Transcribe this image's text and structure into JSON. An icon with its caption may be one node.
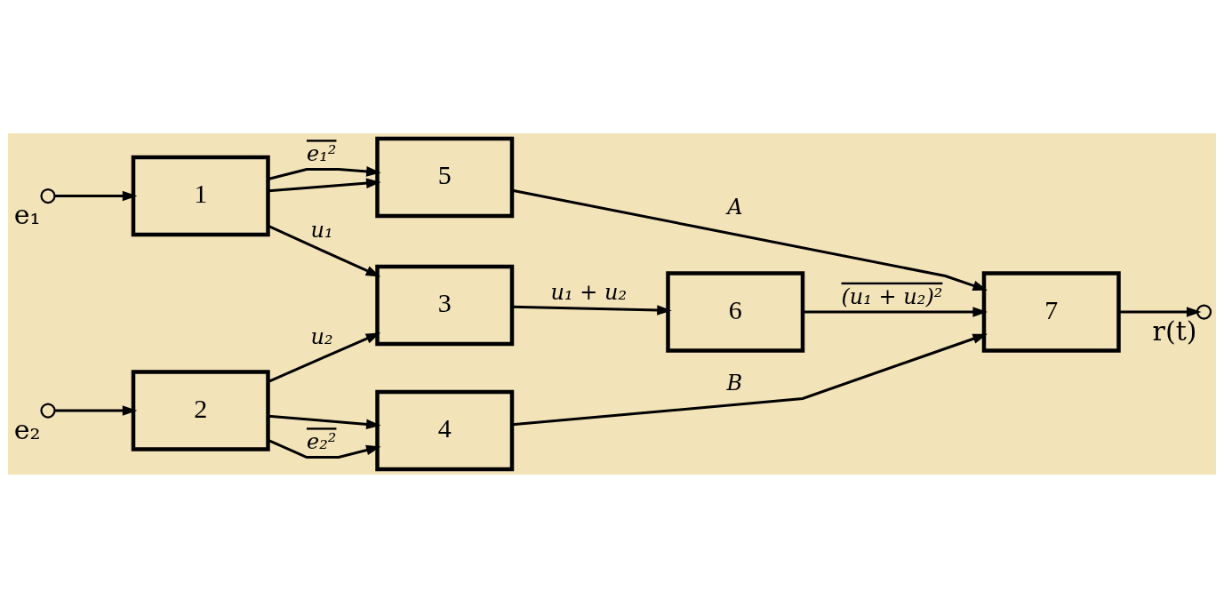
{
  "diagram": {
    "nodes": [
      {
        "text": [
          "5"
        ]
      },
      {
        "text": [
          "e₁"
        ]
      },
      {
        "text": [
          "1"
        ]
      },
      {
        "text": [
          "3"
        ]
      },
      {
        "text": [
          "6"
        ]
      },
      {
        "text": [
          "7"
        ]
      },
      {
        "text": [
          "r(t)"
        ]
      },
      {
        "text": [
          "e₂"
        ]
      },
      {
        "text": [
          "2"
        ]
      },
      {
        "text": [
          "4"
        ]
      }
    ],
    "edges": [
      {
        "from": 1,
        "to": 2,
        "arrow": "to"
      },
      {
        "from": 2,
        "to": 0,
        "arrow": "to",
        "label": "e₁²"
      },
      {
        "from": 2,
        "to": 0,
        "arrow": "to"
      },
      {
        "from": 2,
        "to": 3,
        "arrow": "to",
        "label": "u₁"
      },
      {
        "from": 7,
        "to": 8,
        "arrow": "to"
      },
      {
        "from": 8,
        "to": 3,
        "arrow": "to",
        "label": "u₂"
      },
      {
        "from": 8,
        "to": 9,
        "arrow": "to"
      },
      {
        "from": 8,
        "to": 9,
        "arrow": "to",
        "label": "e₂²"
      },
      {
        "from": 3,
        "to": 4,
        "arrow": "to",
        "label": "u₁ + u₂"
      },
      {
        "from": 4,
        "to": 5,
        "arrow": "to",
        "label": "(u₁ + u₂)²"
      },
      {
        "from": 0,
        "to": 5,
        "arrow": "to",
        "label": "A"
      },
      {
        "from": 9,
        "to": 5,
        "arrow": "to",
        "label": "B"
      },
      {
        "from": 5,
        "to": 6,
        "arrow": "to"
      }
    ]
  }
}
